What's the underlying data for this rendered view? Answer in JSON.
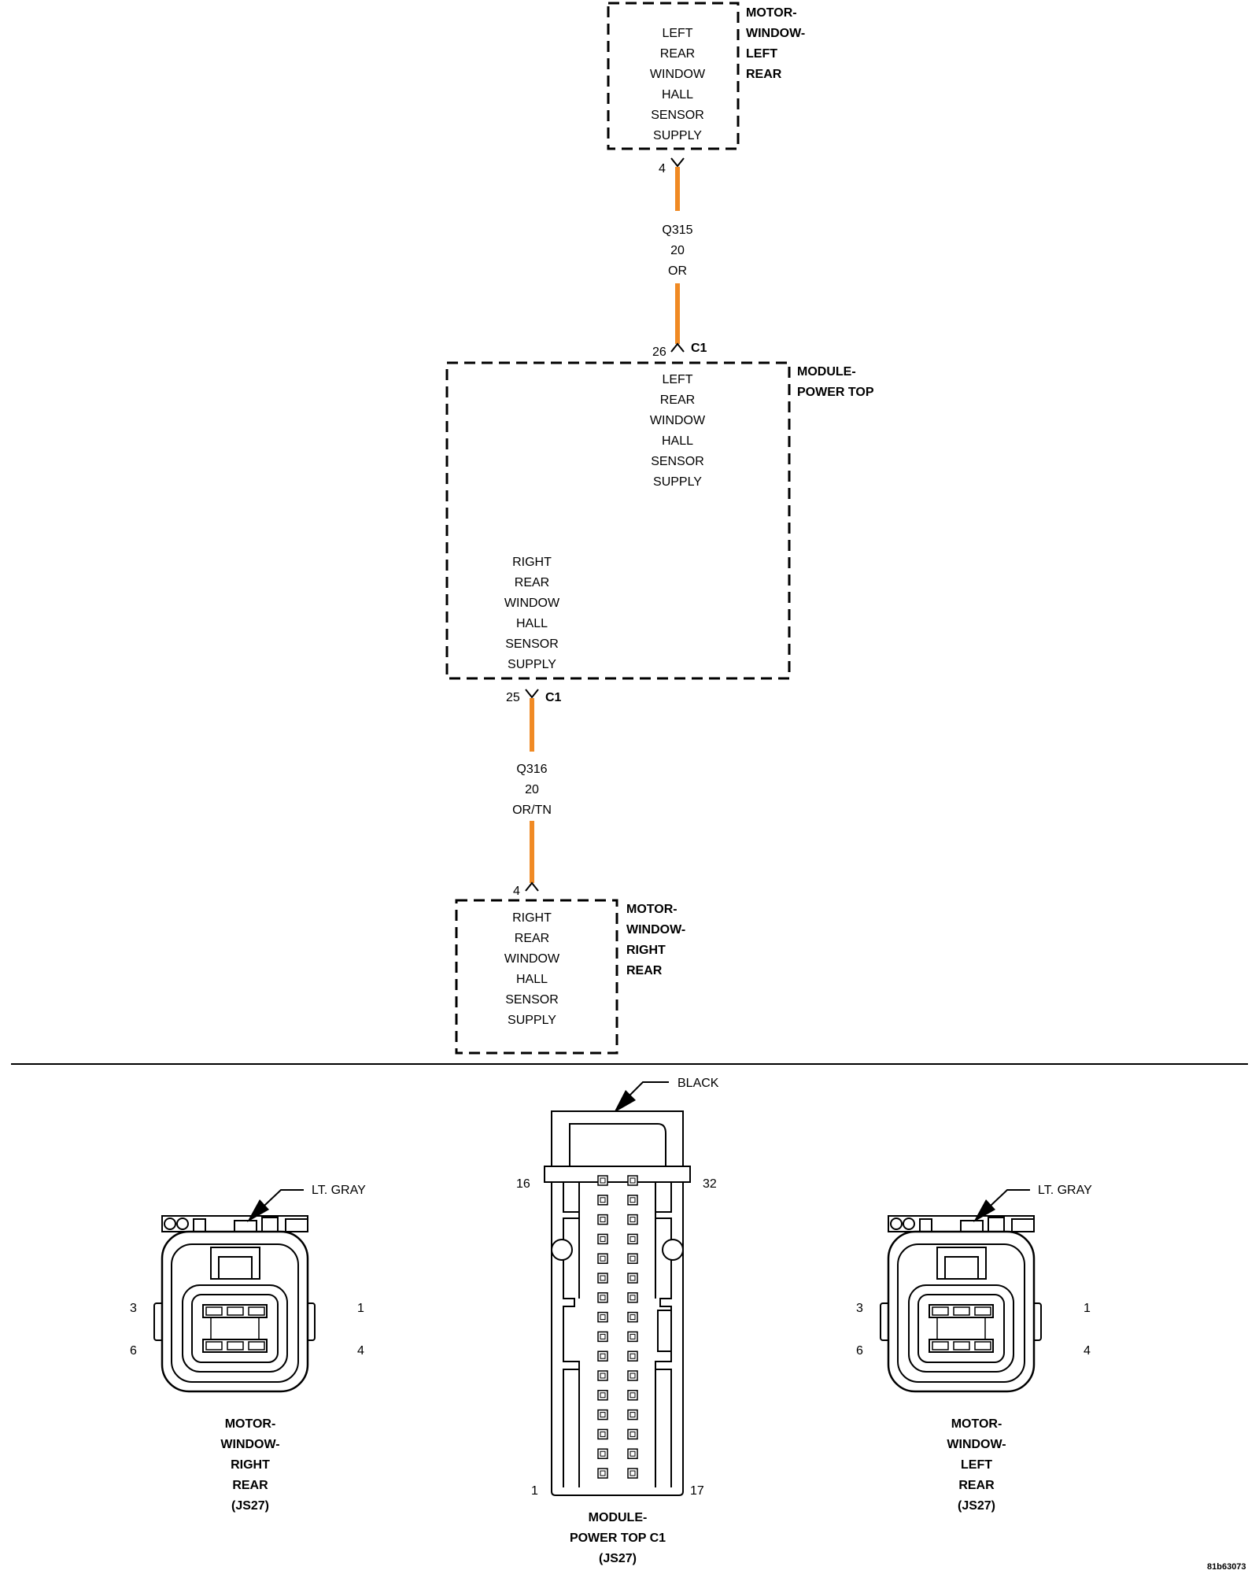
{
  "colors": {
    "wire": "#F08A24",
    "line": "#000000"
  },
  "components": {
    "motor_left_rear": {
      "title": [
        "MOTOR-",
        "WINDOW-",
        "LEFT",
        "REAR"
      ],
      "circuit": [
        "LEFT",
        "REAR",
        "WINDOW",
        "HALL",
        "SENSOR",
        "SUPPLY"
      ],
      "pin": "4"
    },
    "module": {
      "title": [
        "MODULE-",
        "POWER TOP"
      ],
      "circuit_left": [
        "LEFT",
        "REAR",
        "WINDOW",
        "HALL",
        "SENSOR",
        "SUPPLY"
      ],
      "circuit_right": [
        "RIGHT",
        "REAR",
        "WINDOW",
        "HALL",
        "SENSOR",
        "SUPPLY"
      ],
      "top_pin": "26",
      "top_connector": "C1",
      "bottom_pin": "25",
      "bottom_connector": "C1"
    },
    "motor_right_rear": {
      "title": [
        "MOTOR-",
        "WINDOW-",
        "RIGHT",
        "REAR"
      ],
      "circuit": [
        "RIGHT",
        "REAR",
        "WINDOW",
        "HALL",
        "SENSOR",
        "SUPPLY"
      ],
      "pin": "4"
    }
  },
  "wires": {
    "upper": {
      "circuit": "Q315",
      "gauge": "20",
      "color": "OR"
    },
    "lower": {
      "circuit": "Q316",
      "gauge": "20",
      "color": "OR/TN"
    }
  },
  "connectors": {
    "right_rear": {
      "color_label": "LT. GRAY",
      "pins": {
        "top_left": "3",
        "top_right": "1",
        "bottom_left": "6",
        "bottom_right": "4"
      },
      "caption": [
        "MOTOR-",
        "WINDOW-",
        "RIGHT",
        "REAR",
        "(JS27)"
      ]
    },
    "module_c1": {
      "color_label": "BLACK",
      "pins": {
        "top_left": "16",
        "top_right": "32",
        "bottom_left": "1",
        "bottom_right": "17"
      },
      "caption": [
        "MODULE-",
        "POWER TOP C1",
        "(JS27)"
      ]
    },
    "left_rear": {
      "color_label": "LT. GRAY",
      "pins": {
        "top_left": "3",
        "top_right": "1",
        "bottom_left": "6",
        "bottom_right": "4"
      },
      "caption": [
        "MOTOR-",
        "WINDOW-",
        "LEFT",
        "REAR",
        "(JS27)"
      ]
    }
  },
  "figure_id": "81b63073"
}
